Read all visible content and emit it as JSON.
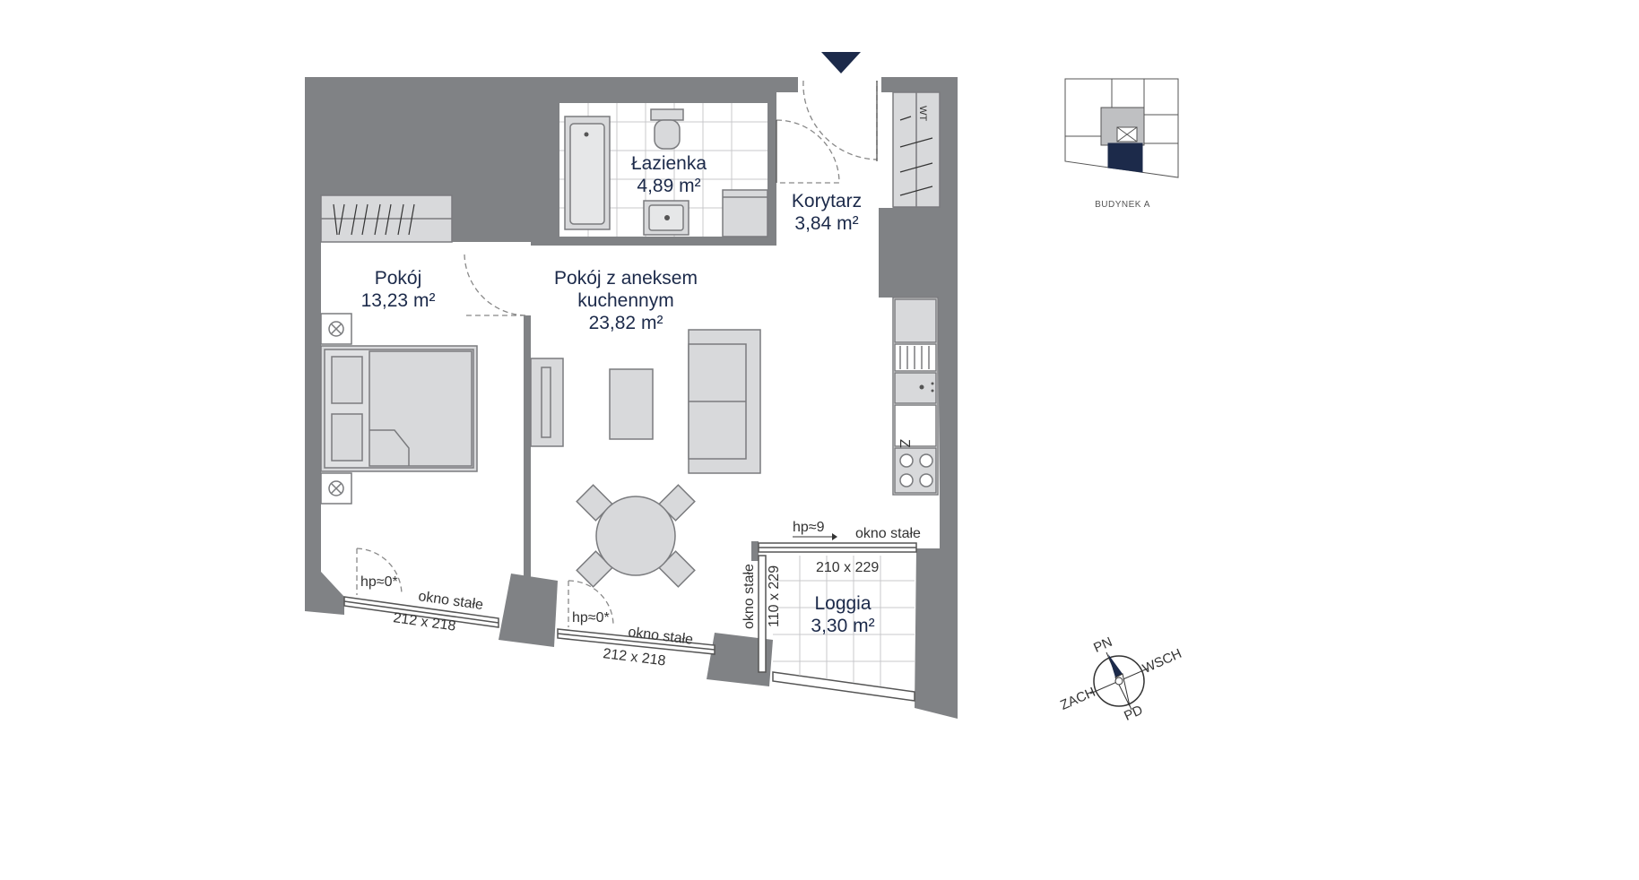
{
  "colors": {
    "wall": "#808285",
    "accent": "#1c2a4a",
    "furniture_fill": "#d8d9db",
    "furniture_stroke": "#7a7b7e"
  },
  "rooms": {
    "lazienka": {
      "name": "Łazienka",
      "area": "4,89 m²"
    },
    "korytarz": {
      "name": "Korytarz",
      "area": "3,84 m²"
    },
    "pokoj": {
      "name": "Pokój",
      "area": "13,23 m²"
    },
    "salon": {
      "name_line1": "Pokój z aneksem",
      "name_line2": "kuchennym",
      "area": "23,82 m²"
    },
    "loggia": {
      "name": "Loggia",
      "area": "3,30 m²"
    }
  },
  "annotations": {
    "hp9": "hp≈9",
    "okno_stale_top": "okno stałe",
    "dim_210x229": "210 x 229",
    "okno_stale_side": "okno stałe",
    "dim_110x229": "110 x 229",
    "hp0_left": "hp≈0*",
    "okno_stale_left": "okno stałe",
    "dim_212x218_left": "212 x 218",
    "hp0_mid": "hp≈0*",
    "okno_stale_mid": "okno stałe",
    "dim_212x218_mid": "212 x 218"
  },
  "fixtures": {
    "fridge_mark": "Z",
    "duct_mark": "WT"
  },
  "keyplan": {
    "label": "BUDYNEK A"
  },
  "compass": {
    "n": "PN",
    "e": "WSCH",
    "s": "PD",
    "w": "ZACH"
  },
  "icons": {
    "entrance": "entrance-arrow-icon",
    "compass": "compass-rose-icon"
  }
}
